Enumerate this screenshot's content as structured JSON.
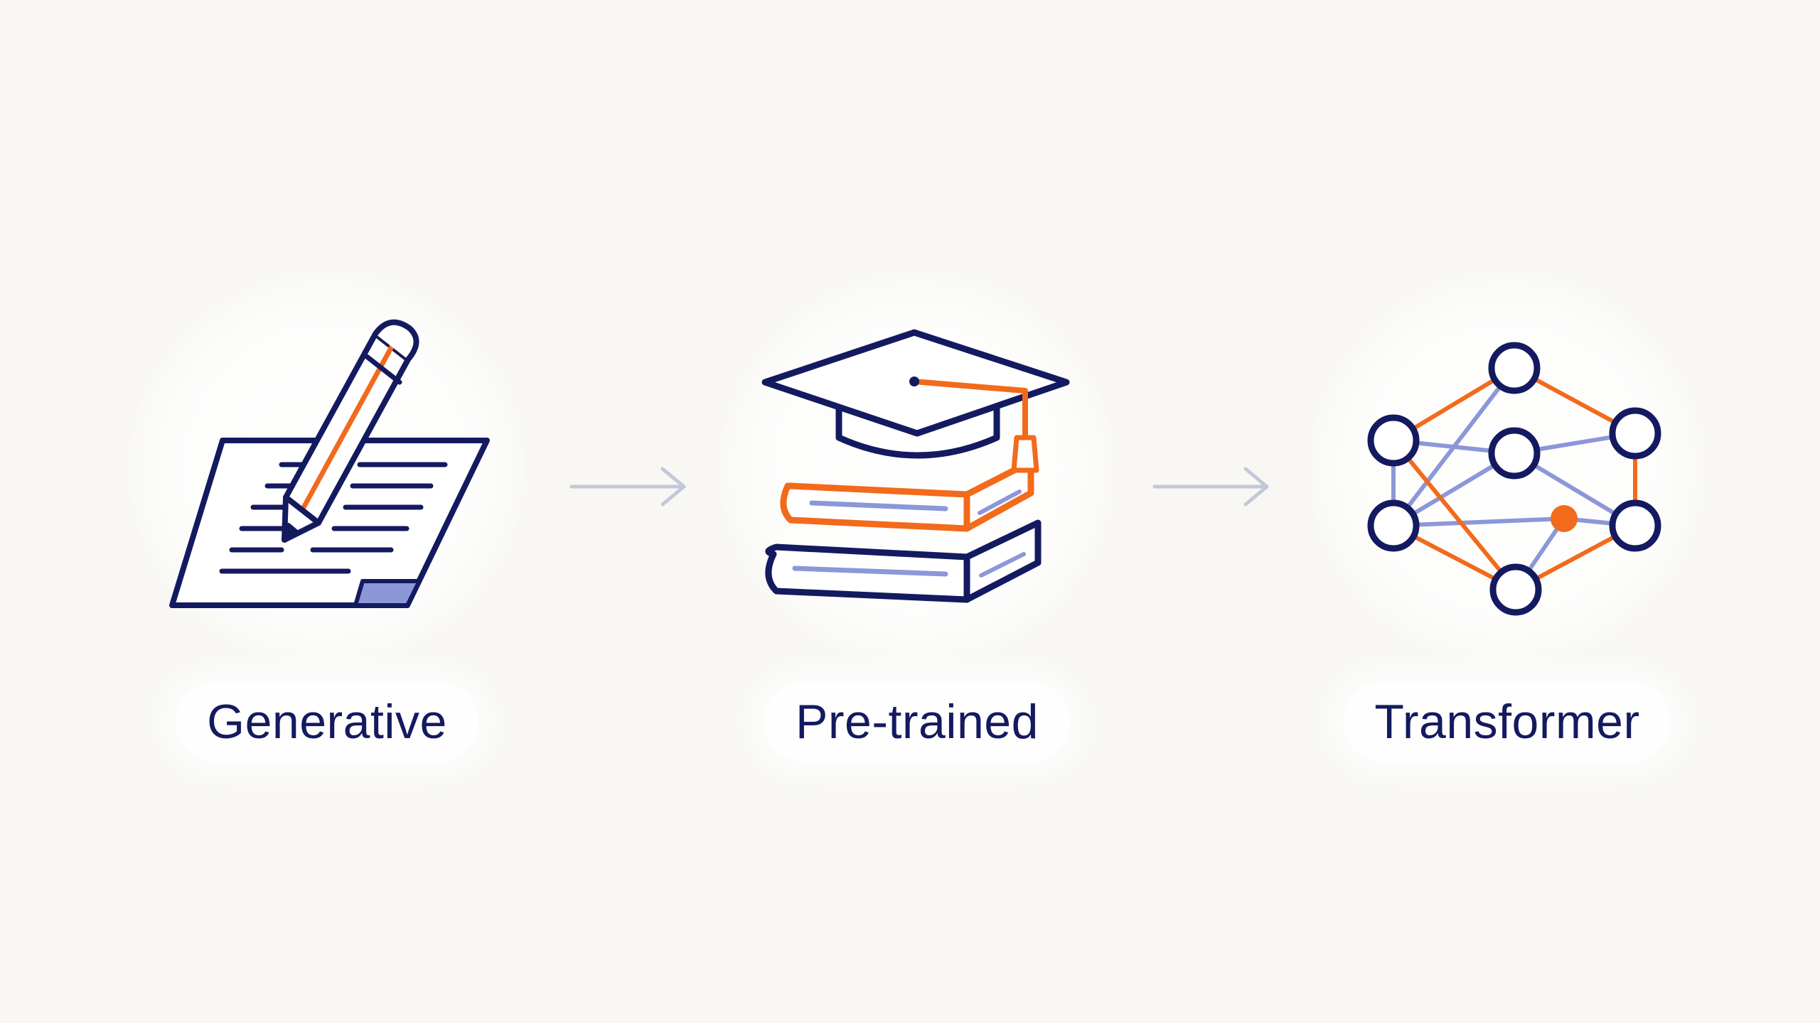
{
  "diagram": {
    "steps": [
      {
        "label": "Generative",
        "icon": "pencil-document-icon"
      },
      {
        "label": "Pre-trained",
        "icon": "graduation-cap-books-icon"
      },
      {
        "label": "Transformer",
        "icon": "neural-network-icon"
      }
    ],
    "connectors": [
      "arrow-right-icon",
      "arrow-right-icon"
    ],
    "colors": {
      "navy": "#141a5f",
      "orange": "#f26a1b",
      "light_blue": "#8c97d8",
      "arrow_gray": "#c3c8d8",
      "background": "#f8f7f3"
    }
  }
}
